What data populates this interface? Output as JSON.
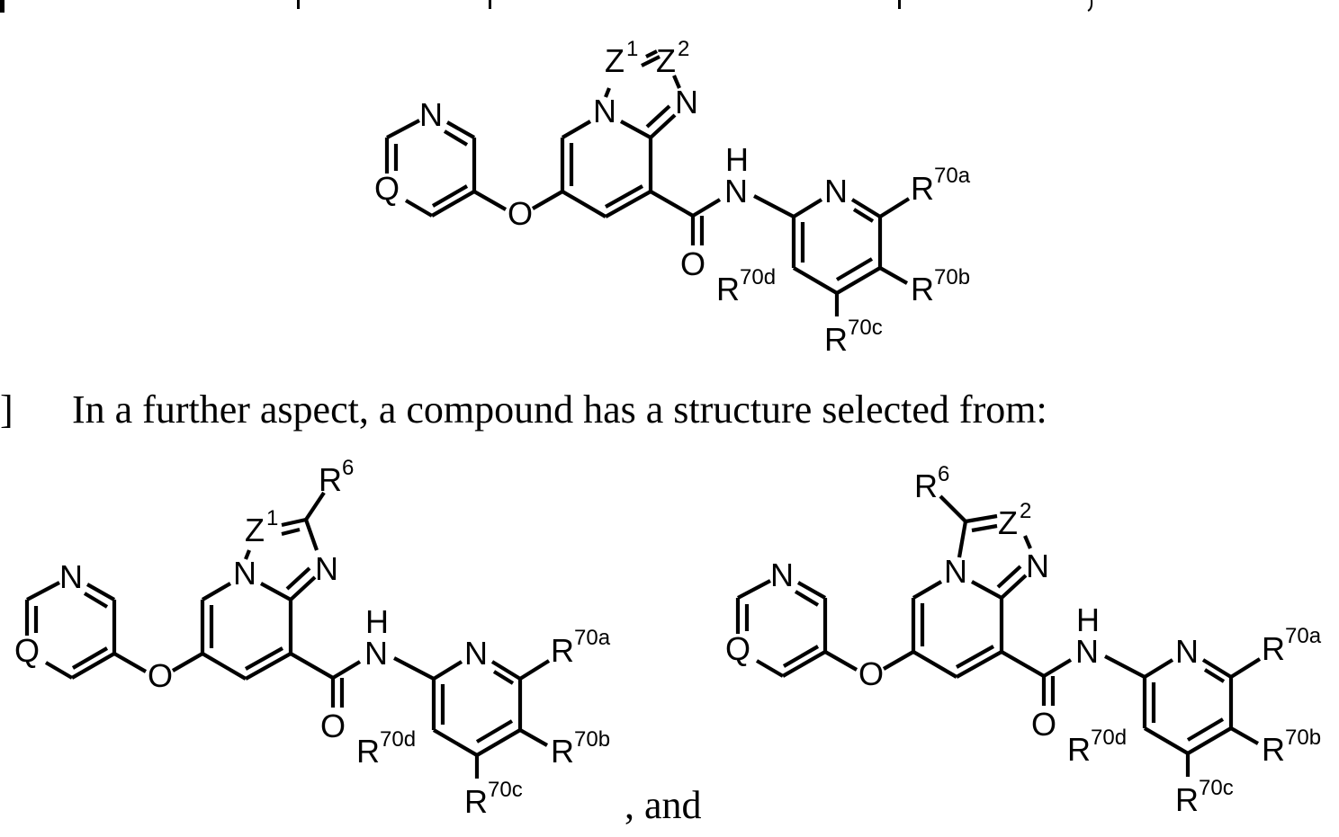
{
  "document": {
    "top_text_fragment": "",
    "paragraph_marker": "]",
    "paragraph_text": "In a further aspect, a compound has a structure selected from:",
    "conjunction": ", and"
  },
  "structures": [
    {
      "id": "structure-general",
      "labels": {
        "ring_heteroatom_n": "N",
        "ring_variable": "Q",
        "ether_o": "O",
        "bridge_n": "N",
        "z1": "Z",
        "z1_sup": "1",
        "z2": "Z",
        "z2_sup": "2",
        "azole_n": "N",
        "carbonyl_o": "O",
        "amide_n": "N",
        "amide_h": "H",
        "pyridine_n": "N",
        "r70a": "R",
        "r70a_sup": "70a",
        "r70b": "R",
        "r70b_sup": "70b",
        "r70c": "R",
        "r70c_sup": "70c",
        "r70d": "R",
        "r70d_sup": "70d"
      }
    },
    {
      "id": "structure-z1-r6",
      "labels": {
        "ring_heteroatom_n": "N",
        "ring_variable": "Q",
        "ether_o": "O",
        "bridge_n": "N",
        "z1": "Z",
        "z1_sup": "1",
        "r6": "R",
        "r6_sup": "6",
        "azole_n": "N",
        "carbonyl_o": "O",
        "amide_n": "N",
        "amide_h": "H",
        "pyridine_n": "N",
        "r70a": "R",
        "r70a_sup": "70a",
        "r70b": "R",
        "r70b_sup": "70b",
        "r70c": "R",
        "r70c_sup": "70c",
        "r70d": "R",
        "r70d_sup": "70d"
      }
    },
    {
      "id": "structure-z2-r6",
      "labels": {
        "ring_heteroatom_n": "N",
        "ring_variable": "Q",
        "ether_o": "O",
        "bridge_n": "N",
        "z2": "Z",
        "z2_sup": "2",
        "r6": "R",
        "r6_sup": "6",
        "azole_n": "N",
        "carbonyl_o": "O",
        "amide_n": "N",
        "amide_h": "H",
        "pyridine_n": "N",
        "r70a": "R",
        "r70a_sup": "70a",
        "r70b": "R",
        "r70b_sup": "70b",
        "r70c": "R",
        "r70c_sup": "70c",
        "r70d": "R",
        "r70d_sup": "70d"
      }
    }
  ]
}
